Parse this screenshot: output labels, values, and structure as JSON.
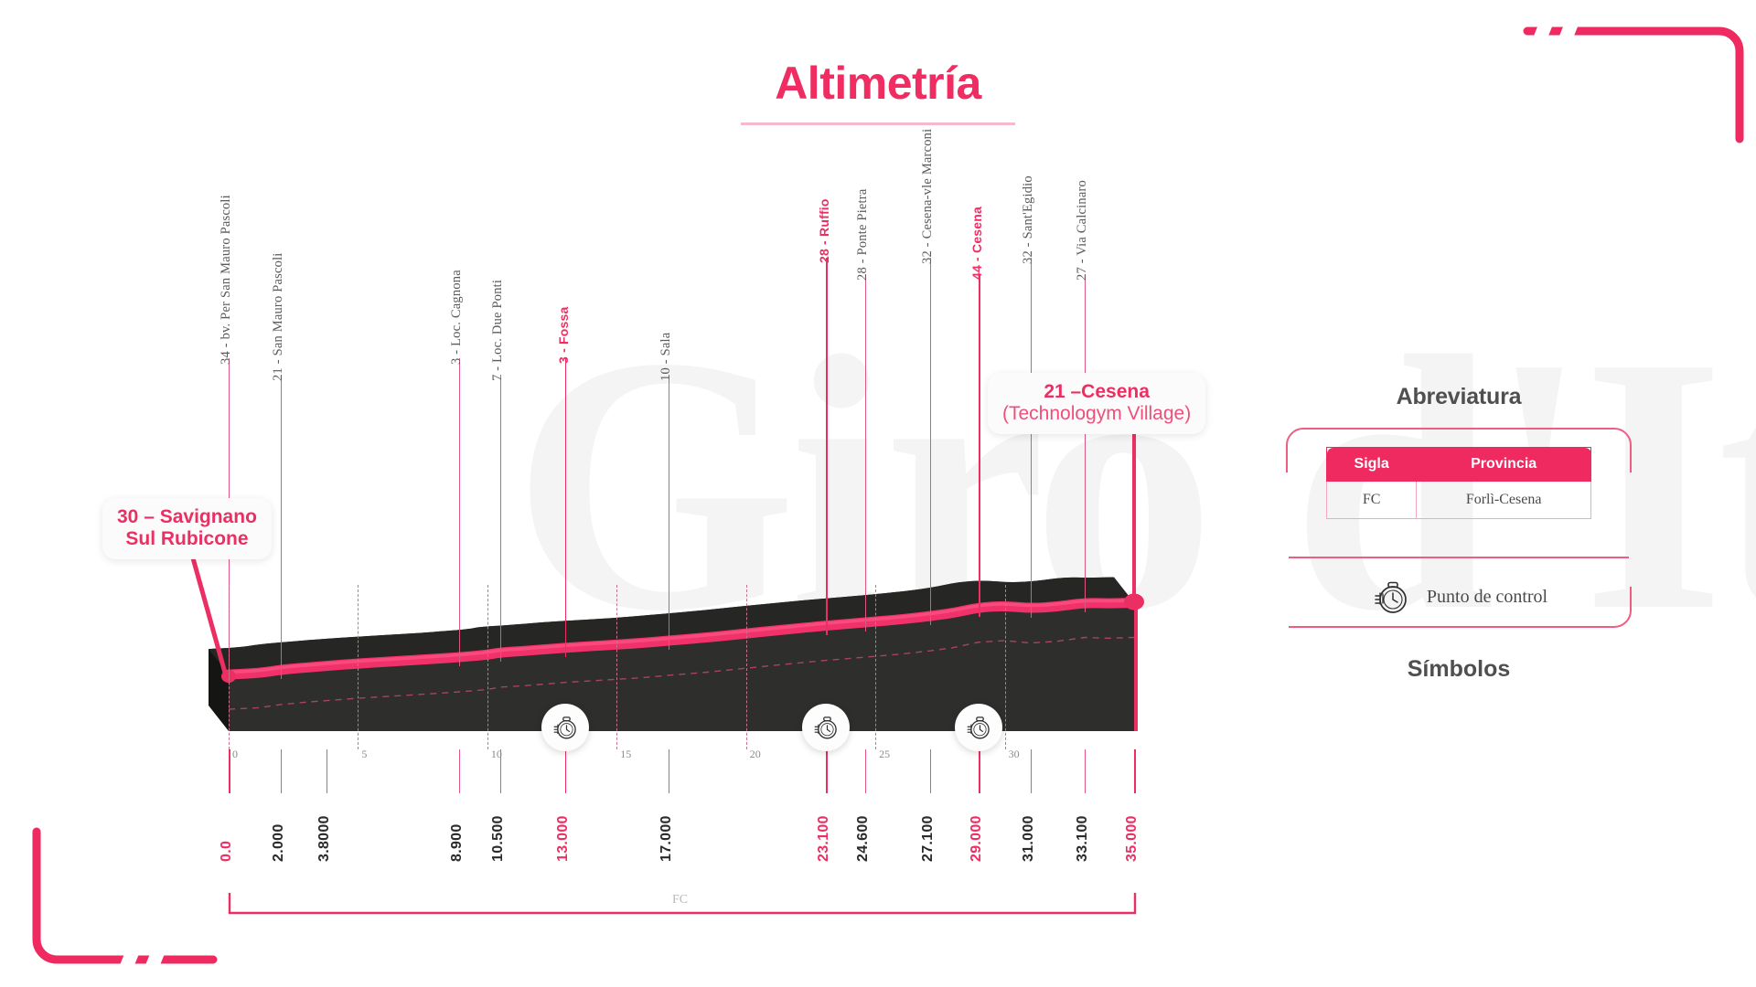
{
  "page": {
    "title": "Altimetría",
    "watermark": "Giro d'Italia",
    "accent_color": "#ec2f63",
    "accent_dark": "#ee2a60",
    "profile_fill": "#2e2e2c",
    "ribbon_color": "#f1326a"
  },
  "legend": {
    "abbreviation_heading": "Abreviatura",
    "table": {
      "headers": [
        "Sigla",
        "Provincia"
      ],
      "rows": [
        [
          "FC",
          "Forlì-Cesena"
        ]
      ]
    },
    "symbols_heading": "Símbolos",
    "symbols": [
      {
        "icon": "stopwatch-icon",
        "label": "Punto de control"
      }
    ]
  },
  "callouts": {
    "start": {
      "line1": "30 – Savignano",
      "line2": "Sul Rubicone"
    },
    "finish": {
      "line1": "21 –Cesena",
      "line2": "(Technologym Village)"
    }
  },
  "province_bracket": {
    "label": "FC"
  },
  "chart_data": {
    "type": "area",
    "title": "Altimetría",
    "xlabel": "",
    "ylabel": "",
    "xlim": [
      0,
      35
    ],
    "x_tick_labels": [
      "0",
      "5",
      "10",
      "15",
      "20",
      "25",
      "30"
    ],
    "x_ticks": [
      0,
      5,
      10,
      15,
      20,
      25,
      30
    ],
    "distance_labels": [
      {
        "value": "0.0",
        "km": 0.0,
        "highlight": true
      },
      {
        "value": "2.000",
        "km": 2.0,
        "highlight": false
      },
      {
        "value": "3.8000",
        "km": 3.8,
        "highlight": false
      },
      {
        "value": "8.900",
        "km": 8.9,
        "highlight": false
      },
      {
        "value": "10.500",
        "km": 10.5,
        "highlight": false
      },
      {
        "value": "13.000",
        "km": 13.0,
        "highlight": true
      },
      {
        "value": "17.000",
        "km": 17.0,
        "highlight": false
      },
      {
        "value": "23.100",
        "km": 23.1,
        "highlight": true
      },
      {
        "value": "24.600",
        "km": 24.6,
        "highlight": false
      },
      {
        "value": "27.100",
        "km": 27.1,
        "highlight": false
      },
      {
        "value": "29.000",
        "km": 29.0,
        "highlight": true
      },
      {
        "value": "31.000",
        "km": 31.0,
        "highlight": false
      },
      {
        "value": "33.100",
        "km": 33.1,
        "highlight": false
      },
      {
        "value": "35.000",
        "km": 35.0,
        "highlight": true
      }
    ],
    "points_of_interest": [
      {
        "label": "34 - bv. Per San Mauro Pascoli",
        "km": 0.0,
        "highlight": false
      },
      {
        "label": "21 - San Mauro Pascoli",
        "km": 2.0,
        "highlight": false
      },
      {
        "label": "3 - Loc. Cagnona",
        "km": 8.9,
        "highlight": false
      },
      {
        "label": "7 - Loc. Due Ponti",
        "km": 10.5,
        "highlight": false
      },
      {
        "label": "3 - Fossa",
        "km": 13.0,
        "highlight": true
      },
      {
        "label": "10 - Sala",
        "km": 17.0,
        "highlight": false
      },
      {
        "label": "28 - Ruffio",
        "km": 23.1,
        "highlight": true
      },
      {
        "label": "28 - Ponte Pietra",
        "km": 24.6,
        "highlight": false
      },
      {
        "label": "32 - Cesena-vle Marconi",
        "km": 27.1,
        "highlight": false
      },
      {
        "label": "44 - Cesena",
        "km": 29.0,
        "highlight": true
      },
      {
        "label": "32 - Sant'Egidio",
        "km": 31.0,
        "highlight": false
      },
      {
        "label": "27 - Via Calcinaro",
        "km": 33.1,
        "highlight": false
      }
    ],
    "checkpoints": [
      {
        "km": 13.0,
        "icon": "stopwatch-icon"
      },
      {
        "km": 23.1,
        "icon": "stopwatch-icon"
      },
      {
        "km": 29.0,
        "icon": "stopwatch-icon"
      }
    ],
    "elevation_profile": [
      {
        "km": 0.0,
        "elev": 8
      },
      {
        "km": 1.2,
        "elev": 10
      },
      {
        "km": 2.0,
        "elev": 14
      },
      {
        "km": 3.0,
        "elev": 17
      },
      {
        "km": 3.8,
        "elev": 19
      },
      {
        "km": 5.0,
        "elev": 22
      },
      {
        "km": 6.5,
        "elev": 25
      },
      {
        "km": 8.0,
        "elev": 28
      },
      {
        "km": 8.9,
        "elev": 30
      },
      {
        "km": 10.0,
        "elev": 33
      },
      {
        "km": 10.5,
        "elev": 36
      },
      {
        "km": 11.5,
        "elev": 38
      },
      {
        "km": 13.0,
        "elev": 42
      },
      {
        "km": 14.5,
        "elev": 45
      },
      {
        "km": 16.0,
        "elev": 48
      },
      {
        "km": 17.0,
        "elev": 51
      },
      {
        "km": 18.5,
        "elev": 55
      },
      {
        "km": 20.0,
        "elev": 60
      },
      {
        "km": 21.5,
        "elev": 65
      },
      {
        "km": 23.1,
        "elev": 70
      },
      {
        "km": 24.6,
        "elev": 74
      },
      {
        "km": 26.0,
        "elev": 78
      },
      {
        "km": 27.1,
        "elev": 82
      },
      {
        "km": 28.0,
        "elev": 86
      },
      {
        "km": 29.0,
        "elev": 93
      },
      {
        "km": 30.0,
        "elev": 95
      },
      {
        "km": 31.0,
        "elev": 92
      },
      {
        "km": 32.0,
        "elev": 94
      },
      {
        "km": 33.1,
        "elev": 99
      },
      {
        "km": 34.0,
        "elev": 98
      },
      {
        "km": 35.0,
        "elev": 99
      }
    ]
  }
}
